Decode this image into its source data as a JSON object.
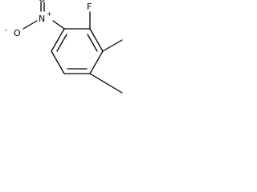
{
  "molecule": {
    "atoms": {
      "fluorine": "F",
      "nitro_nitrogen": "N",
      "nitro_charge_plus": "+",
      "nitro_oxygen_top": "O",
      "nitro_oxygen_left": "O",
      "nitro_charge_minus": "-"
    },
    "line_color": "#000000",
    "background": "#ffffff"
  }
}
